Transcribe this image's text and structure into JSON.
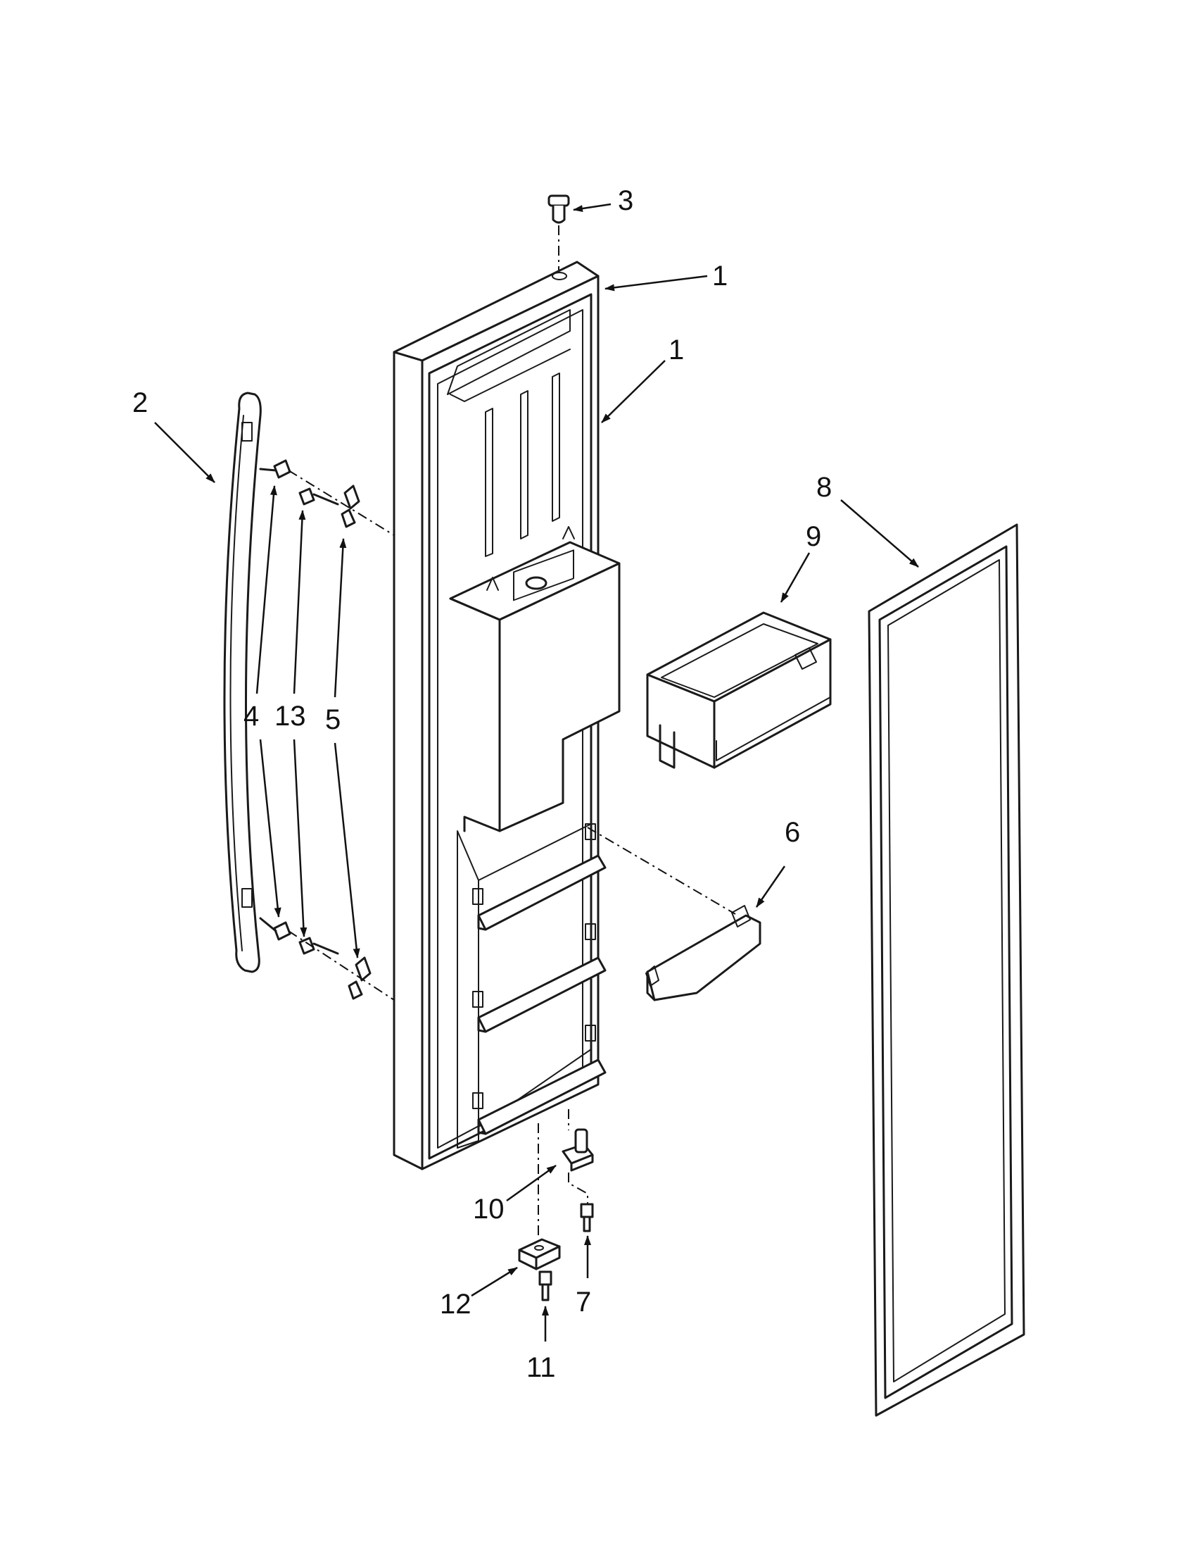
{
  "callouts": [
    {
      "id": "c3a",
      "label": "3"
    },
    {
      "id": "c1a",
      "label": "1"
    },
    {
      "id": "c1b",
      "label": "1"
    },
    {
      "id": "c2",
      "label": "2"
    },
    {
      "id": "c8",
      "label": "8"
    },
    {
      "id": "c9",
      "label": "9"
    },
    {
      "id": "c4",
      "label": "4"
    },
    {
      "id": "c13",
      "label": "13"
    },
    {
      "id": "c5",
      "label": "5"
    },
    {
      "id": "c6",
      "label": "6"
    },
    {
      "id": "c10",
      "label": "10"
    },
    {
      "id": "c12",
      "label": "12"
    },
    {
      "id": "c7",
      "label": "7"
    },
    {
      "id": "c11",
      "label": "11"
    }
  ]
}
